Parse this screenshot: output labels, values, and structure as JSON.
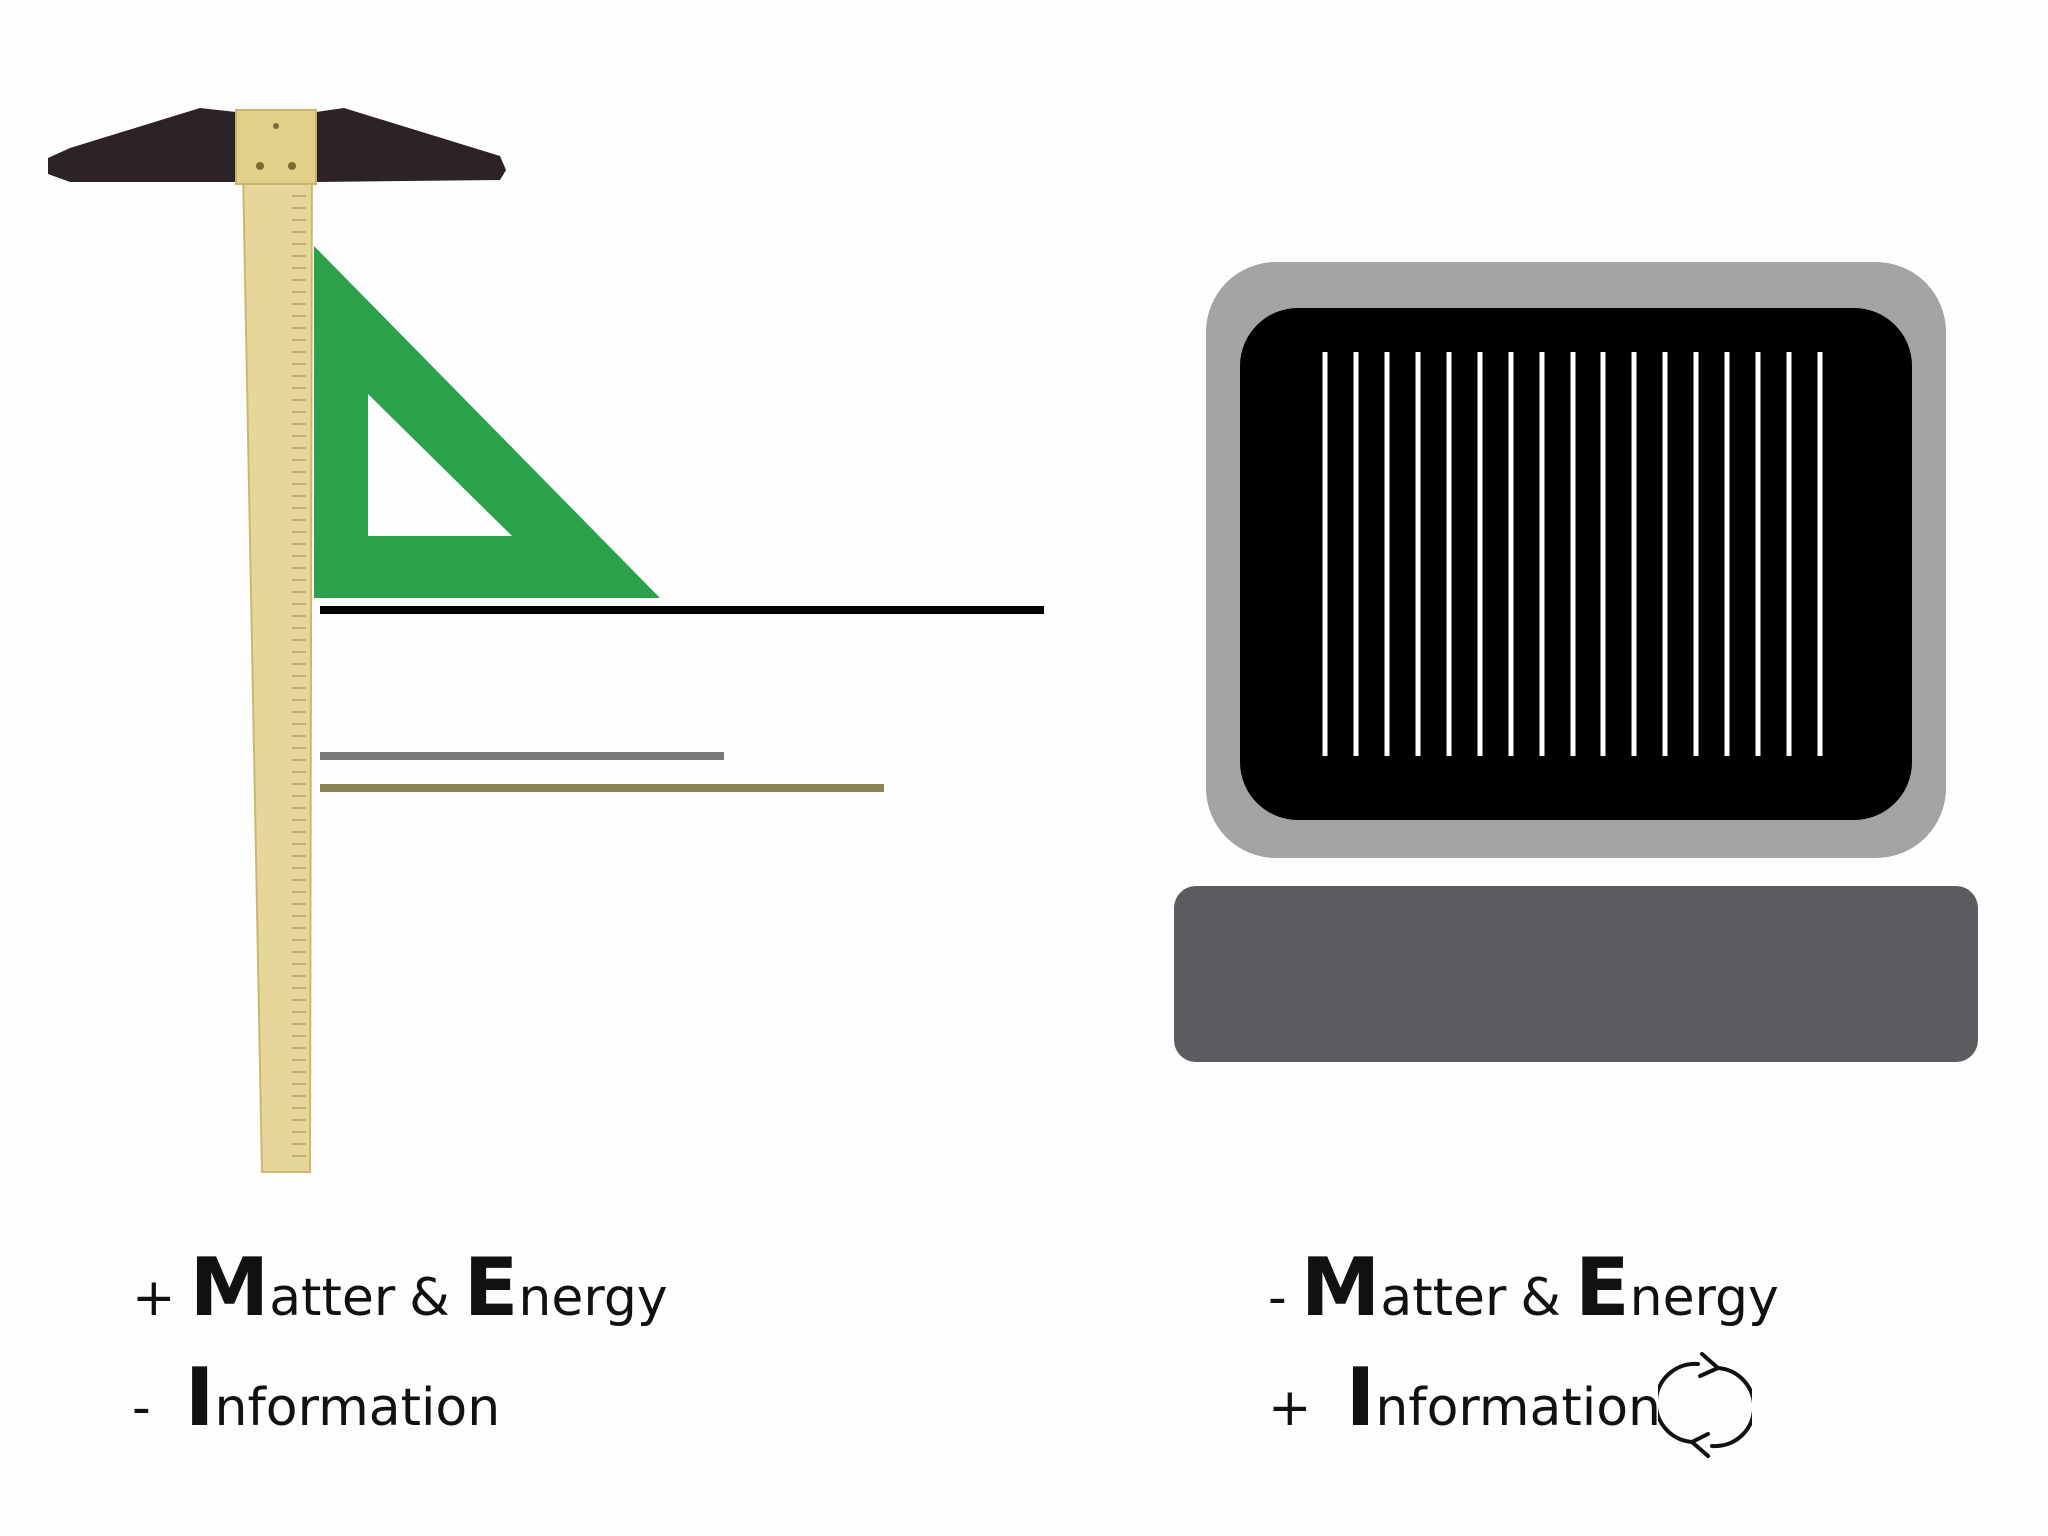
{
  "left_panel": {
    "line1": {
      "sign": "+",
      "initial1": "M",
      "rest1": "atter",
      "amp": "&",
      "initial2": "E",
      "rest2": "nergy"
    },
    "line2": {
      "sign": "-",
      "initial": "I",
      "rest": "nformation"
    }
  },
  "right_panel": {
    "line1": {
      "sign": "-",
      "initial1": "M",
      "rest1": "atter",
      "amp": "&",
      "initial2": "E",
      "rest2": "nergy"
    },
    "line2": {
      "sign": "+",
      "initial": "I",
      "rest": "nformation"
    }
  },
  "icons": {
    "t_square": "t-square-icon",
    "set_square": "set-square-icon",
    "computer": "computer-monitor-icon",
    "keyboard": "keyboard-icon",
    "refresh": "refresh-cycle-icon"
  },
  "colors": {
    "t_square_head": "#2d2224",
    "t_square_blade": "#e6d69a",
    "set_square": "#2aa14a",
    "monitor_bezel": "#a3a2a5",
    "monitor_screen": "#000000",
    "keyboard": "#5c5b5f",
    "line_black": "#000000",
    "line_gray": "#7a7a7a",
    "line_olive": "#8c8455"
  }
}
